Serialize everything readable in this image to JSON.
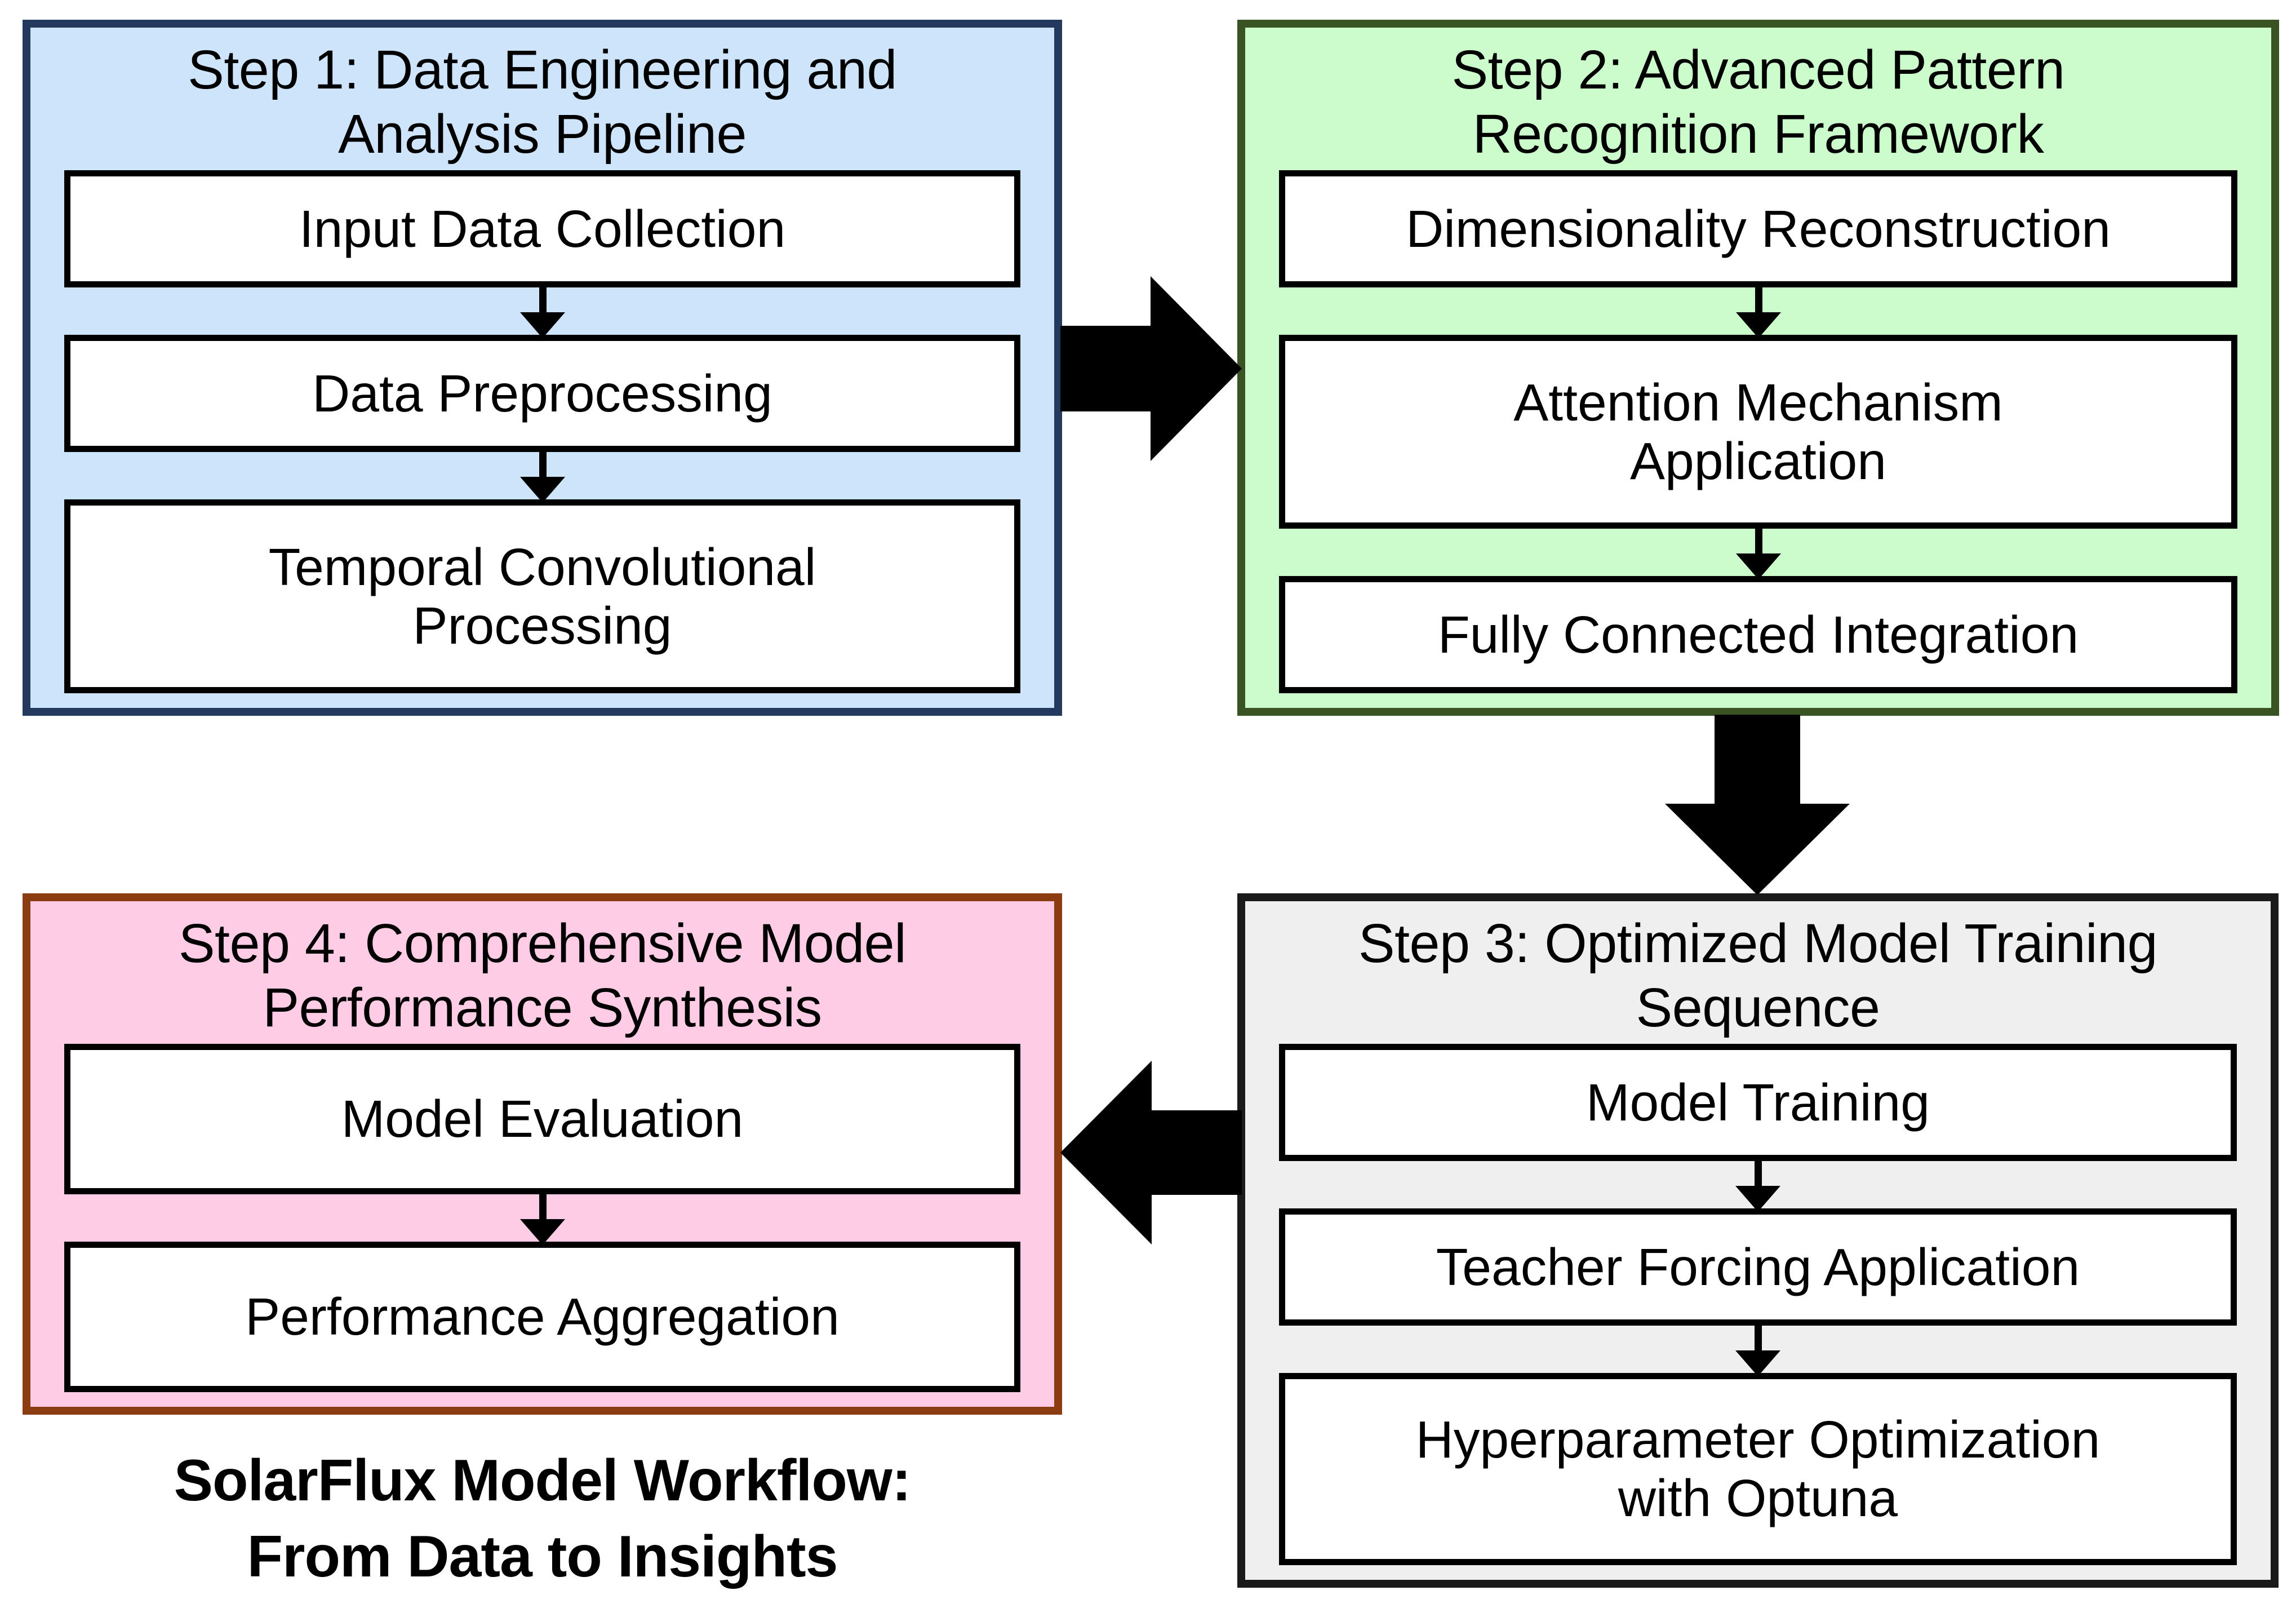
{
  "diagram": {
    "caption": "SolarFlux Model Workflow:\nFrom Data to Insights",
    "colors": {
      "step1_fill": "#cde4fb",
      "step1_border": "#23395e",
      "step2_fill": "#ccfccc",
      "step2_border": "#3a5322",
      "step3_fill": "#efefef",
      "step3_border": "#1a1a1a",
      "step4_fill": "#ffcce5",
      "step4_border": "#8b3d11",
      "node_fill": "#ffffff",
      "node_border": "#000000",
      "arrow": "#000000",
      "background": "#ffffff"
    },
    "groups": [
      {
        "id": "step1",
        "title": "Step 1: Data Engineering and\nAnalysis Pipeline",
        "nodes": [
          "Input Data Collection",
          "Data Preprocessing",
          "Temporal Convolutional\nProcessing"
        ]
      },
      {
        "id": "step2",
        "title": "Step 2: Advanced Pattern\nRecognition Framework",
        "nodes": [
          "Dimensionality Reconstruction",
          "Attention Mechanism\nApplication",
          "Fully Connected Integration"
        ]
      },
      {
        "id": "step3",
        "title": "Step 3: Optimized Model Training\nSequence",
        "nodes": [
          "Model Training",
          "Teacher Forcing Application",
          "Hyperparameter Optimization\nwith Optuna"
        ]
      },
      {
        "id": "step4",
        "title": "Step 4: Comprehensive Model\nPerformance Synthesis",
        "nodes": [
          "Model Evaluation",
          "Performance Aggregation"
        ]
      }
    ],
    "flow_arrows": [
      {
        "id": "step1-to-step2",
        "direction": "right"
      },
      {
        "id": "step2-to-step3",
        "direction": "down"
      },
      {
        "id": "step3-to-step4",
        "direction": "left"
      }
    ]
  }
}
